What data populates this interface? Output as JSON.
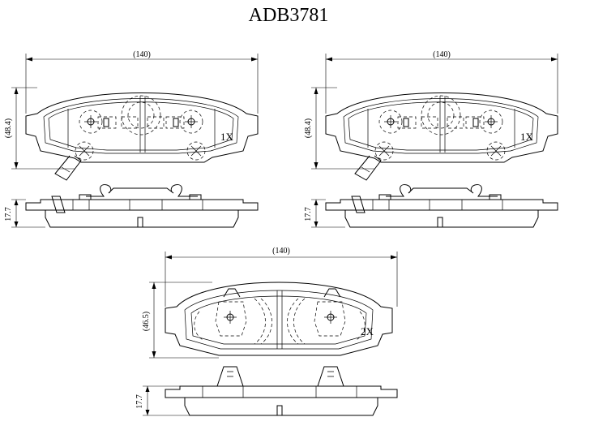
{
  "title": "ADB3781",
  "views": [
    {
      "id": "top-left",
      "width_label": "(140)",
      "height_label": "(48.4)",
      "thickness_label": "17.7",
      "quantity_label": "1X"
    },
    {
      "id": "top-right",
      "width_label": "(140)",
      "height_label": "(48.4)",
      "thickness_label": "17.7",
      "quantity_label": "1X"
    },
    {
      "id": "bottom",
      "width_label": "(140)",
      "height_label": "(46.5)",
      "thickness_label": "17.7",
      "quantity_label": "2X"
    }
  ]
}
